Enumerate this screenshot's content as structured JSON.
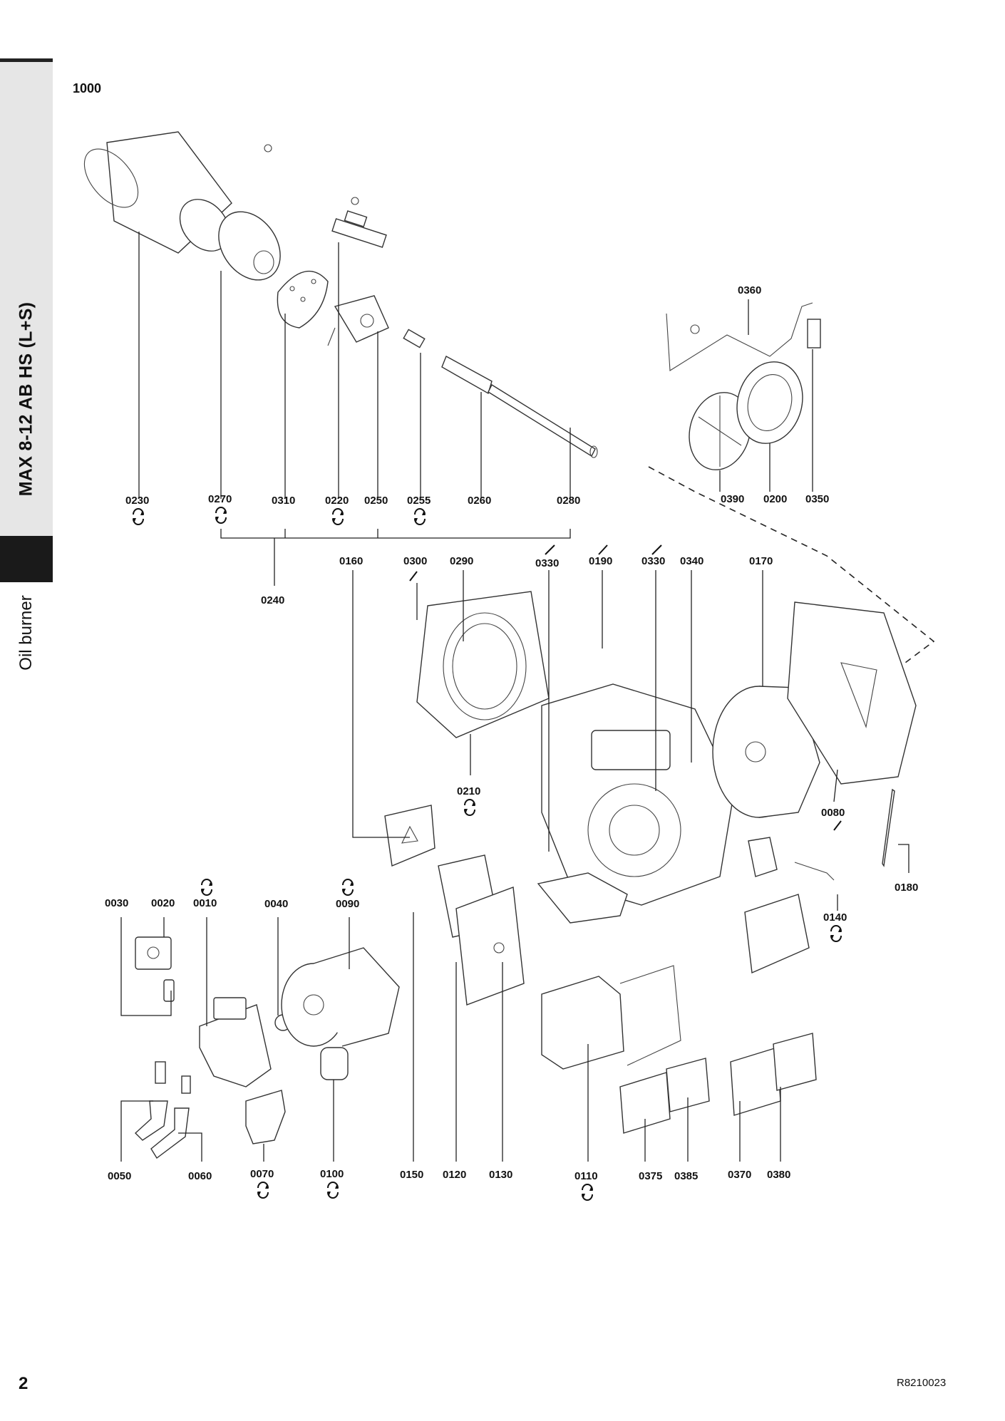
{
  "sidebar": {
    "model": "MAX 8-12 AB HS (L+S)",
    "section": "Oil burner"
  },
  "diagram_id": "1000",
  "page_number": "2",
  "doc_ref": "R8210023",
  "callouts": [
    {
      "id": "c0230",
      "label": "0230",
      "serviceable": true
    },
    {
      "id": "c0270",
      "label": "0270",
      "serviceable": true
    },
    {
      "id": "c0310",
      "label": "0310",
      "serviceable": false
    },
    {
      "id": "c0220",
      "label": "0220",
      "serviceable": true
    },
    {
      "id": "c0250",
      "label": "0250",
      "serviceable": false
    },
    {
      "id": "c0255",
      "label": "0255",
      "serviceable": true
    },
    {
      "id": "c0260",
      "label": "0260",
      "serviceable": false
    },
    {
      "id": "c0280",
      "label": "0280",
      "serviceable": false
    },
    {
      "id": "c0240",
      "label": "0240",
      "serviceable": false
    },
    {
      "id": "c0360",
      "label": "0360",
      "serviceable": false
    },
    {
      "id": "c0390",
      "label": "0390",
      "serviceable": false
    },
    {
      "id": "c0200",
      "label": "0200",
      "serviceable": false
    },
    {
      "id": "c0350",
      "label": "0350",
      "serviceable": false
    },
    {
      "id": "c0160",
      "label": "0160",
      "serviceable": false
    },
    {
      "id": "c0300",
      "label": "0300",
      "serviceable": false
    },
    {
      "id": "c0290",
      "label": "0290",
      "serviceable": false
    },
    {
      "id": "c0330a",
      "label": "0330",
      "serviceable": false
    },
    {
      "id": "c0190",
      "label": "0190",
      "serviceable": false
    },
    {
      "id": "c0330b",
      "label": "0330",
      "serviceable": false
    },
    {
      "id": "c0340",
      "label": "0340",
      "serviceable": false
    },
    {
      "id": "c0170",
      "label": "0170",
      "serviceable": false
    },
    {
      "id": "c0210",
      "label": "0210",
      "serviceable": true
    },
    {
      "id": "c0080",
      "label": "0080",
      "serviceable": false
    },
    {
      "id": "c0180",
      "label": "0180",
      "serviceable": false
    },
    {
      "id": "c0140",
      "label": "0140",
      "serviceable": true
    },
    {
      "id": "c0030",
      "label": "0030",
      "serviceable": false
    },
    {
      "id": "c0020",
      "label": "0020",
      "serviceable": false
    },
    {
      "id": "c0010",
      "label": "0010",
      "serviceable": false
    },
    {
      "id": "c0040",
      "label": "0040",
      "serviceable": false
    },
    {
      "id": "c0090",
      "label": "0090",
      "serviceable": false
    },
    {
      "id": "c0050",
      "label": "0050",
      "serviceable": false
    },
    {
      "id": "c0060",
      "label": "0060",
      "serviceable": false
    },
    {
      "id": "c0070",
      "label": "0070",
      "serviceable": true
    },
    {
      "id": "c0100",
      "label": "0100",
      "serviceable": true
    },
    {
      "id": "c0150",
      "label": "0150",
      "serviceable": false
    },
    {
      "id": "c0120",
      "label": "0120",
      "serviceable": false
    },
    {
      "id": "c0130",
      "label": "0130",
      "serviceable": false
    },
    {
      "id": "c0110",
      "label": "0110",
      "serviceable": true
    },
    {
      "id": "c0375",
      "label": "0375",
      "serviceable": false
    },
    {
      "id": "c0385",
      "label": "0385",
      "serviceable": false
    },
    {
      "id": "c0370",
      "label": "0370",
      "serviceable": false
    },
    {
      "id": "c0380",
      "label": "0380",
      "serviceable": false
    }
  ]
}
